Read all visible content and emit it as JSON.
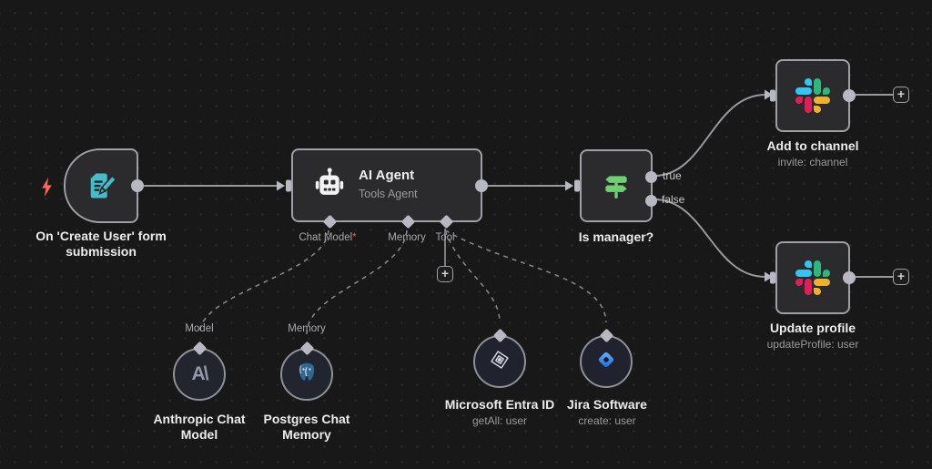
{
  "ui": {
    "plus": "+"
  },
  "trigger": {
    "name": "On 'Create User' form submission"
  },
  "agent": {
    "title": "AI Agent",
    "subtitle": "Tools Agent",
    "connectors": {
      "chat_model": {
        "label": "Chat Model",
        "required": "*"
      },
      "memory": {
        "label": "Memory"
      },
      "tool": {
        "label": "Tool"
      }
    }
  },
  "branch": {
    "name": "Is manager?",
    "true_label": "true",
    "false_label": "false"
  },
  "slack_add": {
    "name": "Add to channel",
    "operation": "invite: channel"
  },
  "slack_update": {
    "name": "Update profile",
    "operation": "updateProfile: user"
  },
  "subnodes": {
    "anthropic": {
      "port_label": "Model",
      "name": "Anthropic Chat Model",
      "logo_text": "A\\"
    },
    "postgres": {
      "port_label": "Memory",
      "name": "Postgres Chat Memory"
    },
    "entra": {
      "name": "Microsoft Entra ID",
      "operation": "getAll: user"
    },
    "jira": {
      "name": "Jira Software",
      "operation": "create: user"
    }
  },
  "colors": {
    "canvas": "#181818",
    "node_fill": "#2b2b2d",
    "node_border": "#9fa0a6",
    "wire": "#98989e",
    "accent_green": "#70cf73",
    "accent_teal": "#45bcc9",
    "trigger_bolt": "#ff6857",
    "required_red": "#f45959",
    "slack_blue": "#36C5F0",
    "slack_green": "#2EB67D",
    "slack_yellow": "#ECB22E",
    "slack_red": "#E01E5A",
    "jira_blue": "#2684FF",
    "postgres_blue": "#336791"
  }
}
